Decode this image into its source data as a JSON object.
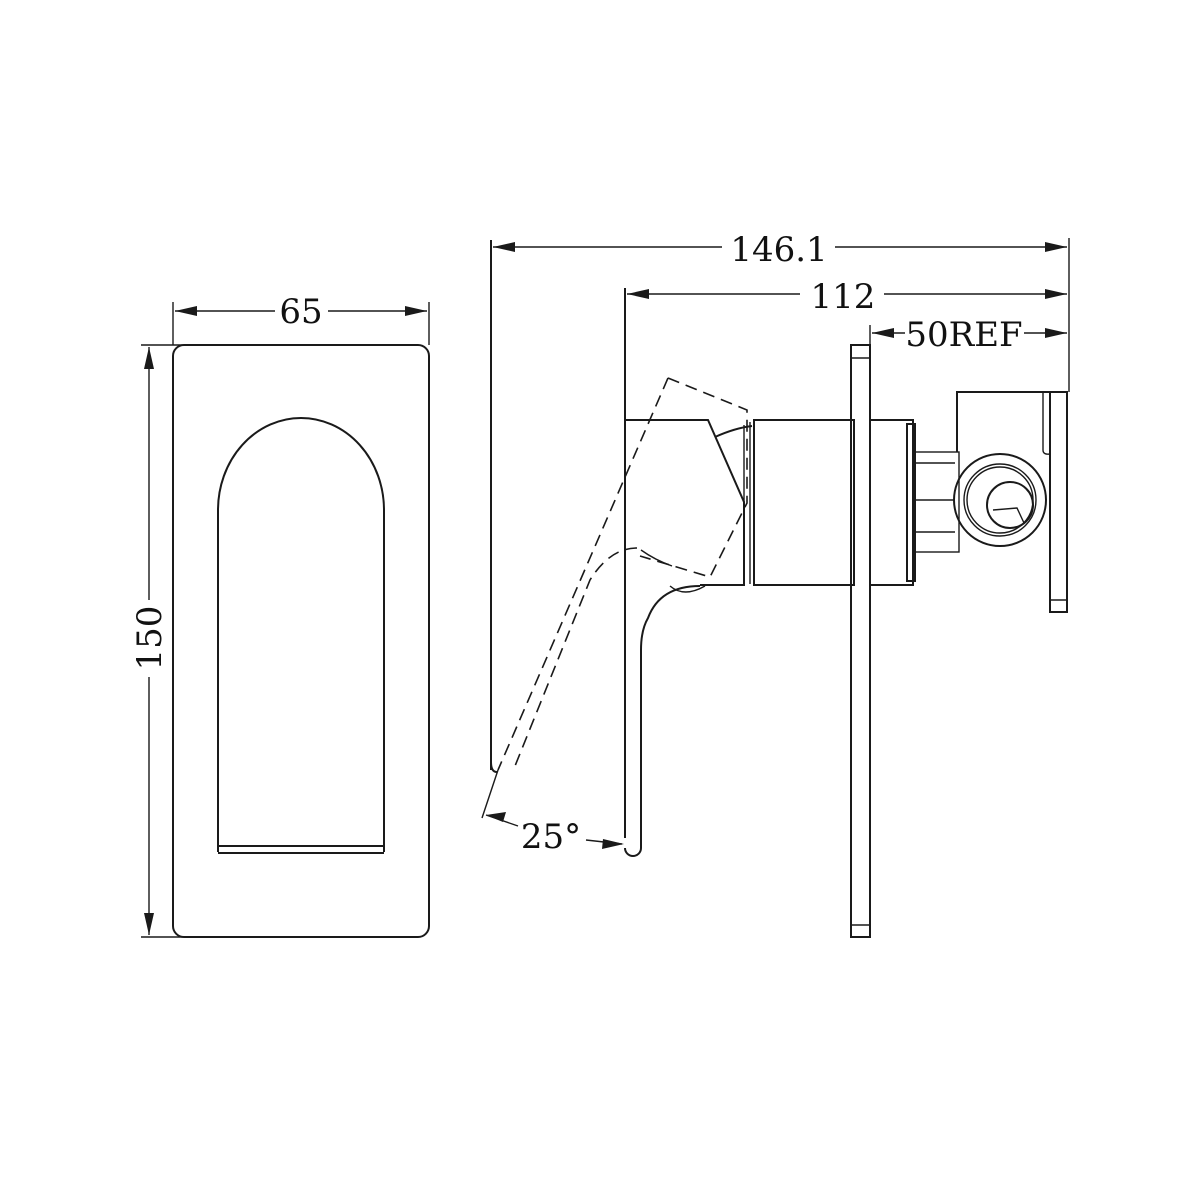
{
  "drawing": {
    "type": "technical-drawing",
    "subject": "wall mixer",
    "colors": {
      "line": "#1a1a1a",
      "background": "#ffffff"
    },
    "front_view": {
      "width_dim": "65",
      "height_dim": "150"
    },
    "side_view": {
      "overall_depth_dim": "146.1",
      "body_depth_dim": "112",
      "rough_in_dim": "50REF",
      "lever_angle_dim": "25°"
    }
  }
}
